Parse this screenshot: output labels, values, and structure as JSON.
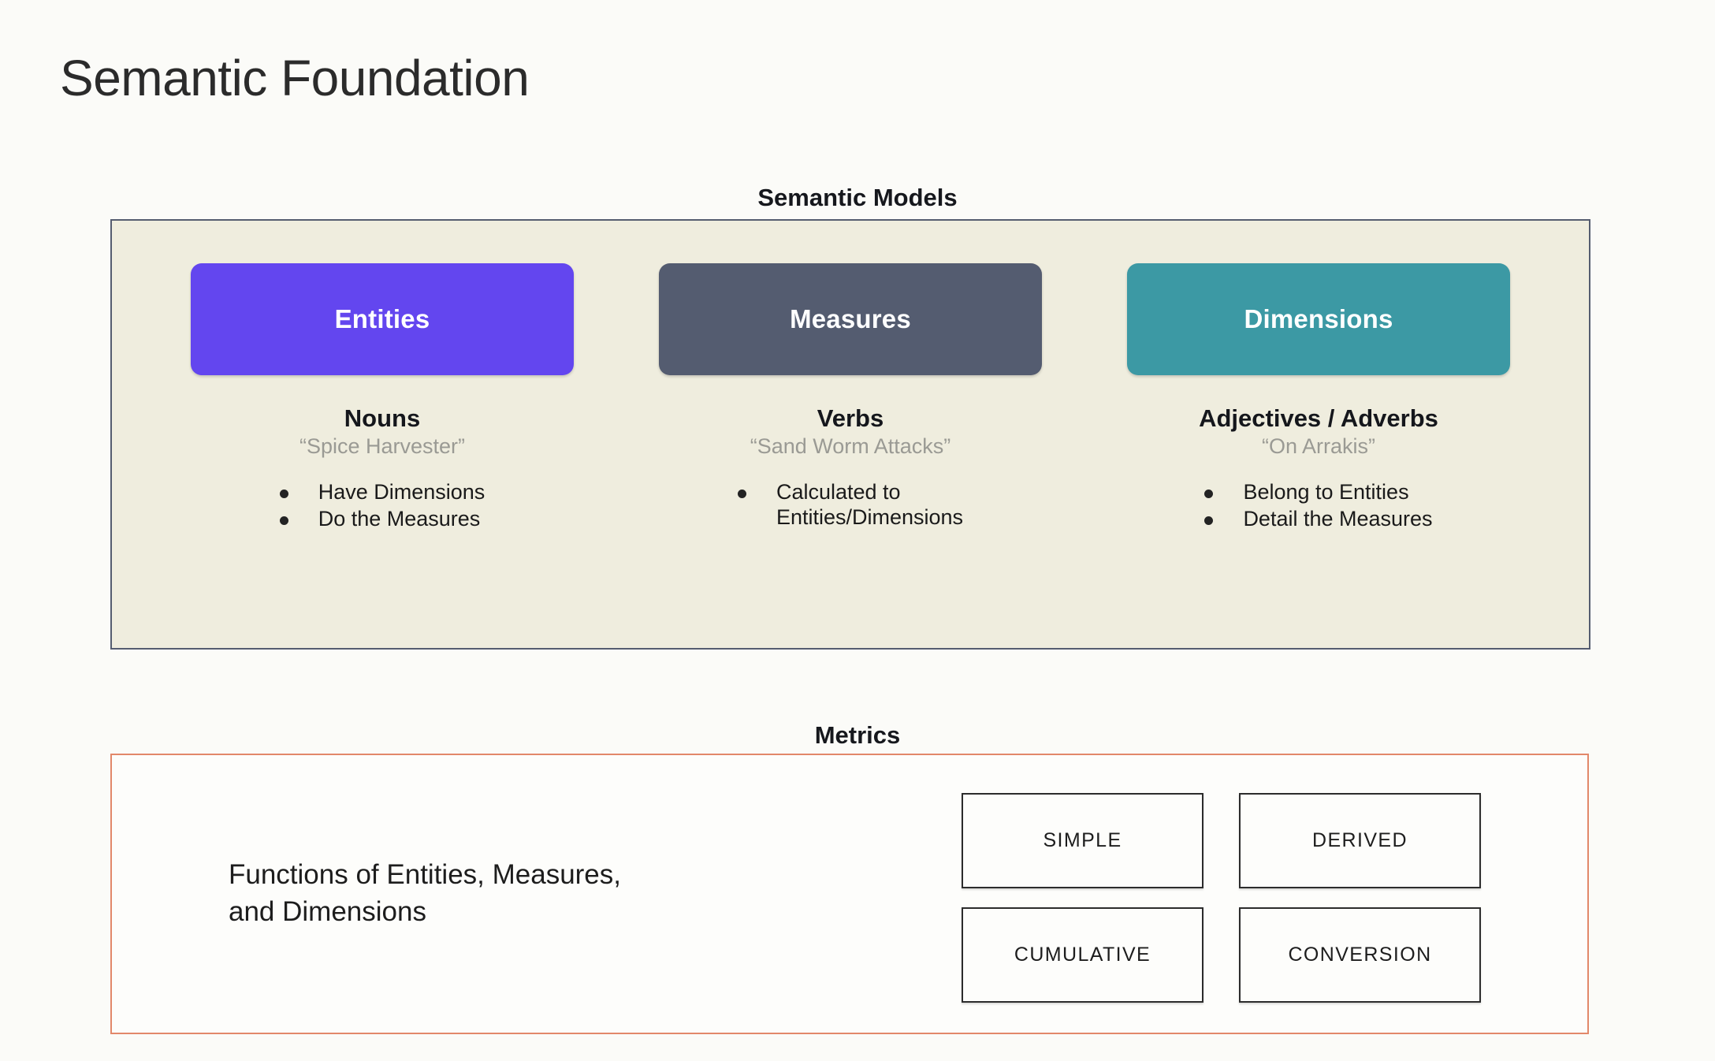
{
  "page": {
    "title": "Semantic Foundation",
    "background_color": "#fbfbf8"
  },
  "semantic_models": {
    "heading": "Semantic Models",
    "panel_fill": "#efedde",
    "panel_border": "#555d70",
    "columns": [
      {
        "card_label": "Entities",
        "card_color": "#6346ef",
        "part_of_speech": "Nouns",
        "example": "“Spice Harvester”",
        "bullets": [
          "Have Dimensions",
          "Do the Measures"
        ]
      },
      {
        "card_label": "Measures",
        "card_color": "#545c70",
        "part_of_speech": "Verbs",
        "example": "“Sand Worm Attacks”",
        "bullets": [
          "Calculated to\nEntities/Dimensions"
        ]
      },
      {
        "card_label": "Dimensions",
        "card_color": "#3c99a4",
        "part_of_speech": "Adjectives / Adverbs",
        "example": "“On Arrakis”",
        "bullets": [
          "Belong to Entities",
          "Detail the Measures"
        ]
      }
    ]
  },
  "metrics": {
    "heading": "Metrics",
    "panel_border": "#e2886a",
    "description": "Functions of Entities, Measures,\nand Dimensions",
    "types": [
      "SIMPLE",
      "DERIVED",
      "CUMULATIVE",
      "CONVERSION"
    ]
  }
}
